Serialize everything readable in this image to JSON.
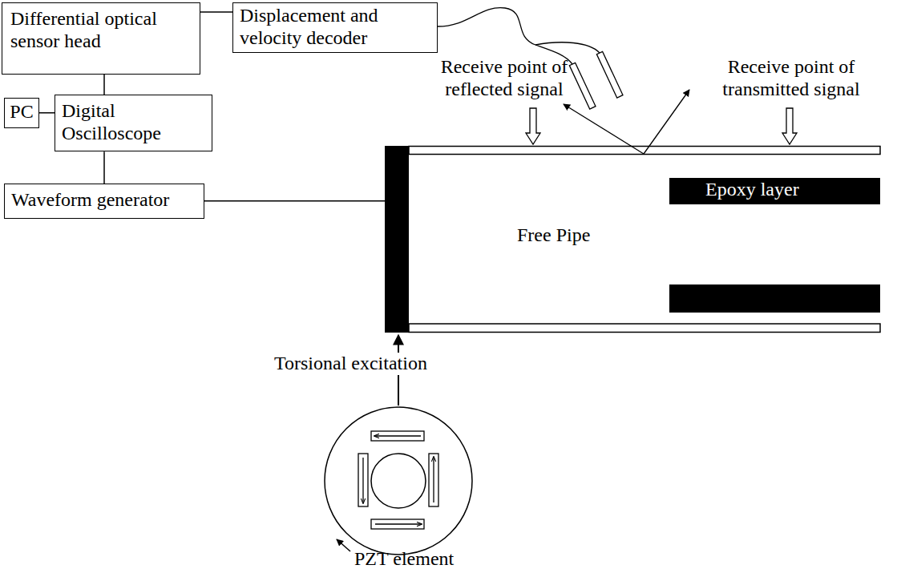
{
  "diagram": {
    "nodes": [
      {
        "text": [
          "Differential optical sensor head"
        ]
      },
      {
        "text": [
          "Displacement and velocity decoder"
        ]
      },
      {
        "text": [
          "PC"
        ]
      },
      {
        "text": [
          "Digital Oscilloscope"
        ]
      },
      {
        "text": [
          "Waveform generator"
        ]
      },
      {
        "text": [
          "Free Pipe"
        ]
      },
      {
        "text": [
          "Epoxy layer"
        ],
        "in": 5
      }
    ],
    "edges": [
      {
        "from": 0,
        "to": 1,
        "arrow": "none"
      },
      {
        "from": 0,
        "to": 3,
        "arrow": "none"
      },
      {
        "from": 2,
        "to": 3,
        "arrow": "none"
      },
      {
        "from": 3,
        "to": 4,
        "arrow": "none"
      },
      {
        "from": 4,
        "to": 5,
        "arrow": "none"
      }
    ],
    "labels": [
      "Receive point of reflected signal",
      "Receive point of transmitted signal",
      "Torsional excitation",
      "PZT element"
    ]
  }
}
